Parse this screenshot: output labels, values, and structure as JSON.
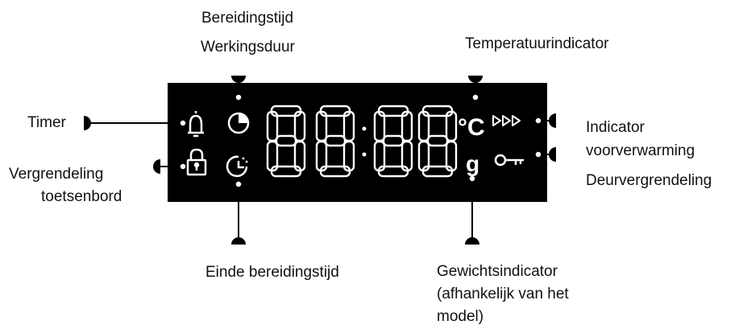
{
  "labels": {
    "bereidingstijd": "Bereidingstijd",
    "werkingsduur": "Werkingsduur",
    "temperatuurindicator": "Temperatuurindicator",
    "timer": "Timer",
    "indicator_line1": "Indicator",
    "indicator_line2": "voorverwarming",
    "deurvergrendeling": "Deurvergrendeling",
    "vergrendeling_line1": "Vergrendeling",
    "vergrendeling_line2": "toetsenbord",
    "einde_bereidingstijd": "Einde bereidingstijd",
    "gewicht_line1": "Gewichtsindicator",
    "gewicht_line2": "(afhankelijk van het",
    "gewicht_line3": "model)"
  },
  "display": {
    "digits": "88:88",
    "celsius_symbol": "°C",
    "gram_symbol": "g"
  },
  "icons": [
    "bell-icon",
    "clock-icon",
    "lock-icon",
    "end-time-clock-icon",
    "preheat-arrows-icon",
    "key-icon"
  ],
  "colors": {
    "panel": "#000000",
    "segments": "#ffffff",
    "text": "#111111"
  }
}
